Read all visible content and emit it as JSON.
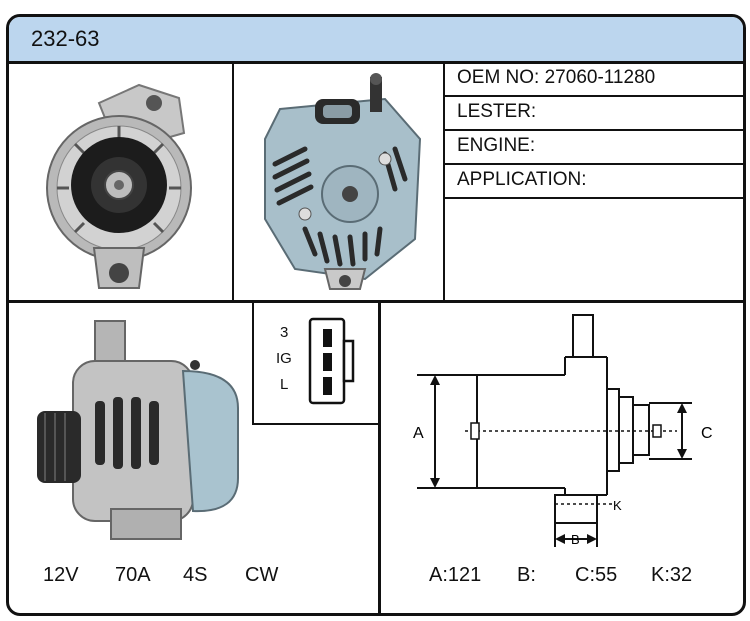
{
  "part_number": "232-63",
  "info": {
    "oem_no": "OEM NO: 27060-11280",
    "lester": "LESTER:",
    "engine": "ENGINE:",
    "application": "APPLICATION:"
  },
  "connector": {
    "pins": [
      "3",
      "IG",
      "L"
    ]
  },
  "specs": {
    "voltage": "12V",
    "amperage": "70A",
    "groove": "4S",
    "rotation": "CW"
  },
  "diagram": {
    "label_a": "A",
    "label_b": "B",
    "label_c": "C",
    "label_k": "K"
  },
  "dimensions": {
    "a": "A:121",
    "b": "B:",
    "c": "C:55",
    "k": "K:32"
  },
  "colors": {
    "header_bg": "#bcd6ee",
    "border": "#111111"
  }
}
